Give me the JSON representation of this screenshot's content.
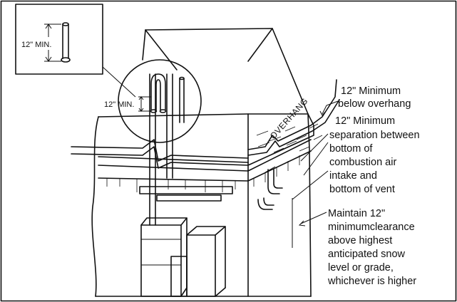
{
  "labels": {
    "inset_top_min": "12\" MIN.",
    "inset_circle_min": "12\" MIN.",
    "overhang": "OVERHANG",
    "below_overhang_line1": "12\" Minimum",
    "below_overhang_line2": "below overhang",
    "separation_line1": "12\" Minimum",
    "separation_line2": "separation between",
    "separation_line3": "bottom of",
    "separation_line4": "combustion air",
    "separation_line5": "intake and",
    "separation_line6": "bottom of vent",
    "snow_line1": "Maintain 12\"",
    "snow_line2": "minimumclearance",
    "snow_line3": "above highest",
    "snow_line4": "anticipated snow",
    "snow_line5": "level or grade,",
    "snow_line6": "whichever is higher"
  }
}
